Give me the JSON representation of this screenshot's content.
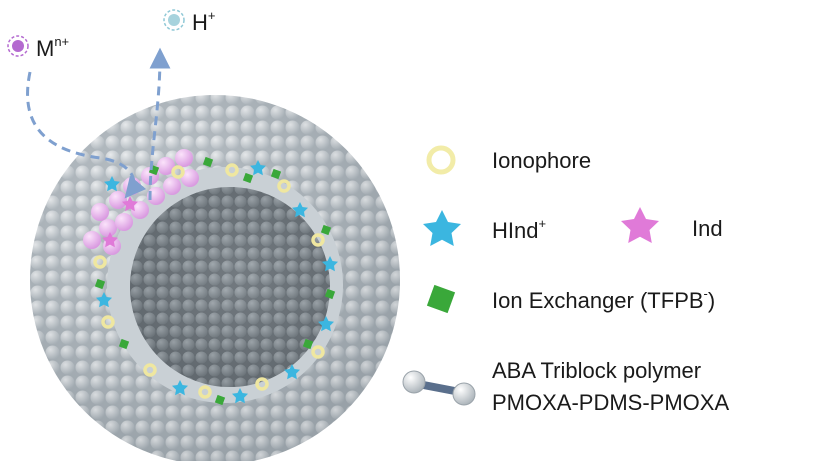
{
  "ions": {
    "metal": {
      "base": "M",
      "sup": "n+",
      "color": "#b46ad0"
    },
    "proton": {
      "base": "H",
      "sup": "+",
      "color": "#8fc8d6"
    }
  },
  "legend": {
    "ionophore": {
      "label": "Ionophore",
      "color": "#f2eca8"
    },
    "hind": {
      "base": "HInd",
      "sup": "+",
      "color": "#3bb6e0"
    },
    "ind": {
      "label": "Ind",
      "color": "#e07ad8"
    },
    "ion_exchanger": {
      "base": "Ion Exchanger (TFPB",
      "sup": "-",
      "tail": ")",
      "color": "#3aa83a"
    },
    "polymer": {
      "line1": "ABA Triblock polymer",
      "line2": "PMOXA-PDMS-PMOXA",
      "color": "#5a6f8c"
    }
  }
}
